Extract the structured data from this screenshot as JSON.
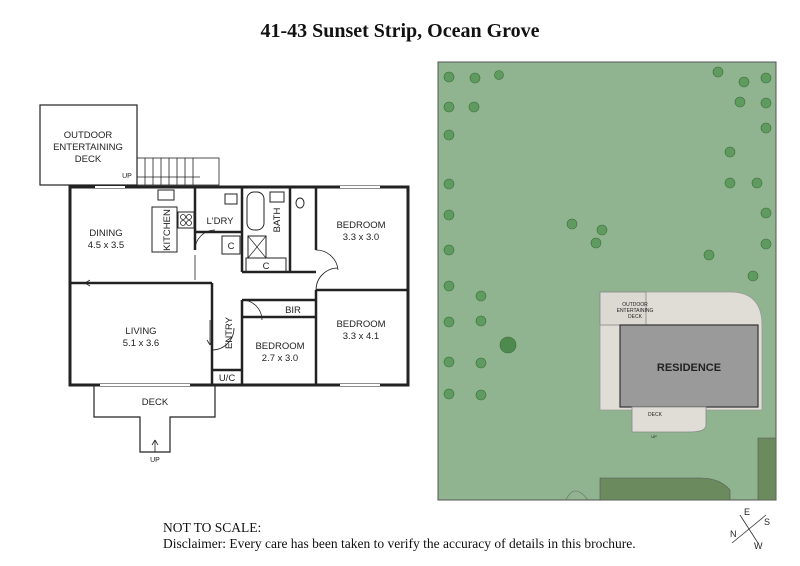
{
  "title": "41-43 Sunset Strip, Ocean Grove",
  "floor_plan": {
    "outdoor_deck": [
      "OUTDOOR",
      "ENTERTAINING",
      "DECK"
    ],
    "up_stairs": "UP",
    "up_front": "UP",
    "dining": {
      "name": "DINING",
      "dims": "4.5 x 3.5"
    },
    "kitchen": "KITCHEN",
    "laundry": "L'DRY",
    "bath": "BATH",
    "cupboard": "C",
    "bedroom1": {
      "name": "BEDROOM",
      "dims": "3.3 x 3.0"
    },
    "living": {
      "name": "LIVING",
      "dims": "5.1 x 3.6"
    },
    "entry": "ENTRY",
    "bir": "BIR",
    "bedroom2": {
      "name": "BEDROOM",
      "dims": "3.3 x 4.1"
    },
    "bedroom3": {
      "name": "BEDROOM",
      "dims": "2.7 x 3.0"
    },
    "uc": "U/C",
    "deck": "DECK"
  },
  "site_plan": {
    "residence": "RESIDENCE",
    "outdoor_deck": [
      "OUTDOOR",
      "ENTERTAINING",
      "DECK"
    ],
    "deck": "DECK",
    "up": "UP",
    "colors": {
      "lawn": "#8fb48f",
      "building": "#9a9a9a",
      "deck": "#e0ddd6",
      "tree": "#5f9a5f"
    }
  },
  "compass": {
    "n": "N",
    "e": "E",
    "s": "S",
    "w": "W"
  },
  "notes": {
    "scale": "NOT TO SCALE:",
    "disclaimer": "Disclaimer: Every care has been taken to verify the accuracy of details in this brochure."
  }
}
